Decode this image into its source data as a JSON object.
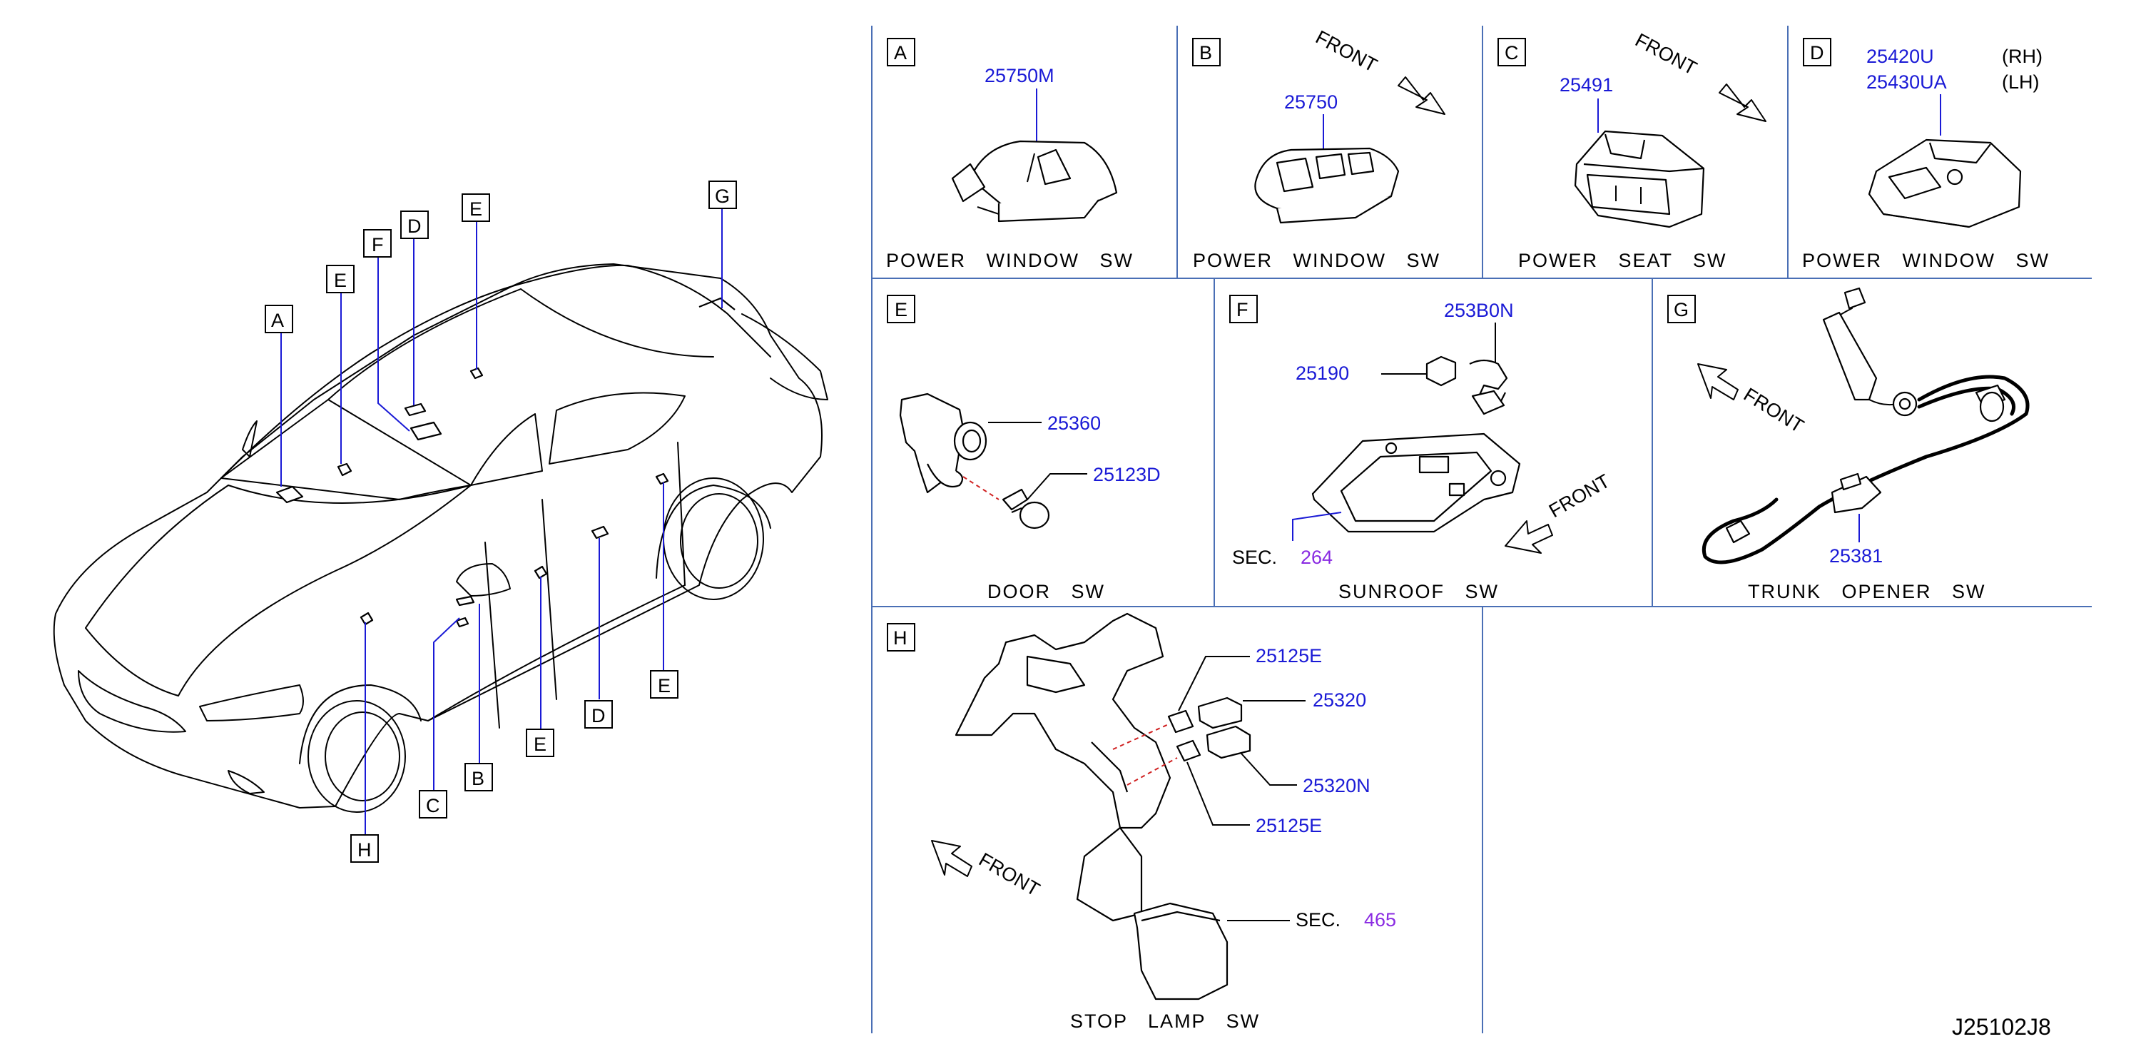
{
  "diagram_id": "J25102J8",
  "overview": {
    "callouts": [
      "A",
      "E",
      "F",
      "D",
      "E",
      "G",
      "C",
      "B",
      "E",
      "D",
      "E",
      "H"
    ]
  },
  "panels": {
    "A": {
      "letter": "A",
      "parts": [
        "25750M"
      ],
      "caption": "POWER   WINDOW   SW"
    },
    "B": {
      "letter": "B",
      "parts": [
        "25750"
      ],
      "front": "FRONT",
      "caption": "POWER   WINDOW   SW"
    },
    "C": {
      "letter": "C",
      "parts": [
        "25491"
      ],
      "front": "FRONT",
      "caption": "POWER   SEAT   SW"
    },
    "D": {
      "letter": "D",
      "parts": [
        "25420U",
        "25430UA"
      ],
      "sides": [
        "(RH)",
        "(LH)"
      ],
      "caption": "POWER   WINDOW   SW"
    },
    "E": {
      "letter": "E",
      "parts": [
        "25360",
        "25123D"
      ],
      "caption": "DOOR   SW"
    },
    "F": {
      "letter": "F",
      "parts": [
        "253B0N",
        "25190"
      ],
      "front": "FRONT",
      "sec_label": "SEC.",
      "sec_num": "264",
      "caption": "SUNROOF   SW"
    },
    "G": {
      "letter": "G",
      "parts": [
        "25381"
      ],
      "front": "FRONT",
      "caption": "TRUNK   OPENER   SW"
    },
    "H": {
      "letter": "H",
      "parts": [
        "25125E",
        "25320",
        "25320N",
        "25125E"
      ],
      "front": "FRONT",
      "sec_label": "SEC.",
      "sec_num": "465",
      "caption": "STOP   LAMP   SW"
    }
  }
}
